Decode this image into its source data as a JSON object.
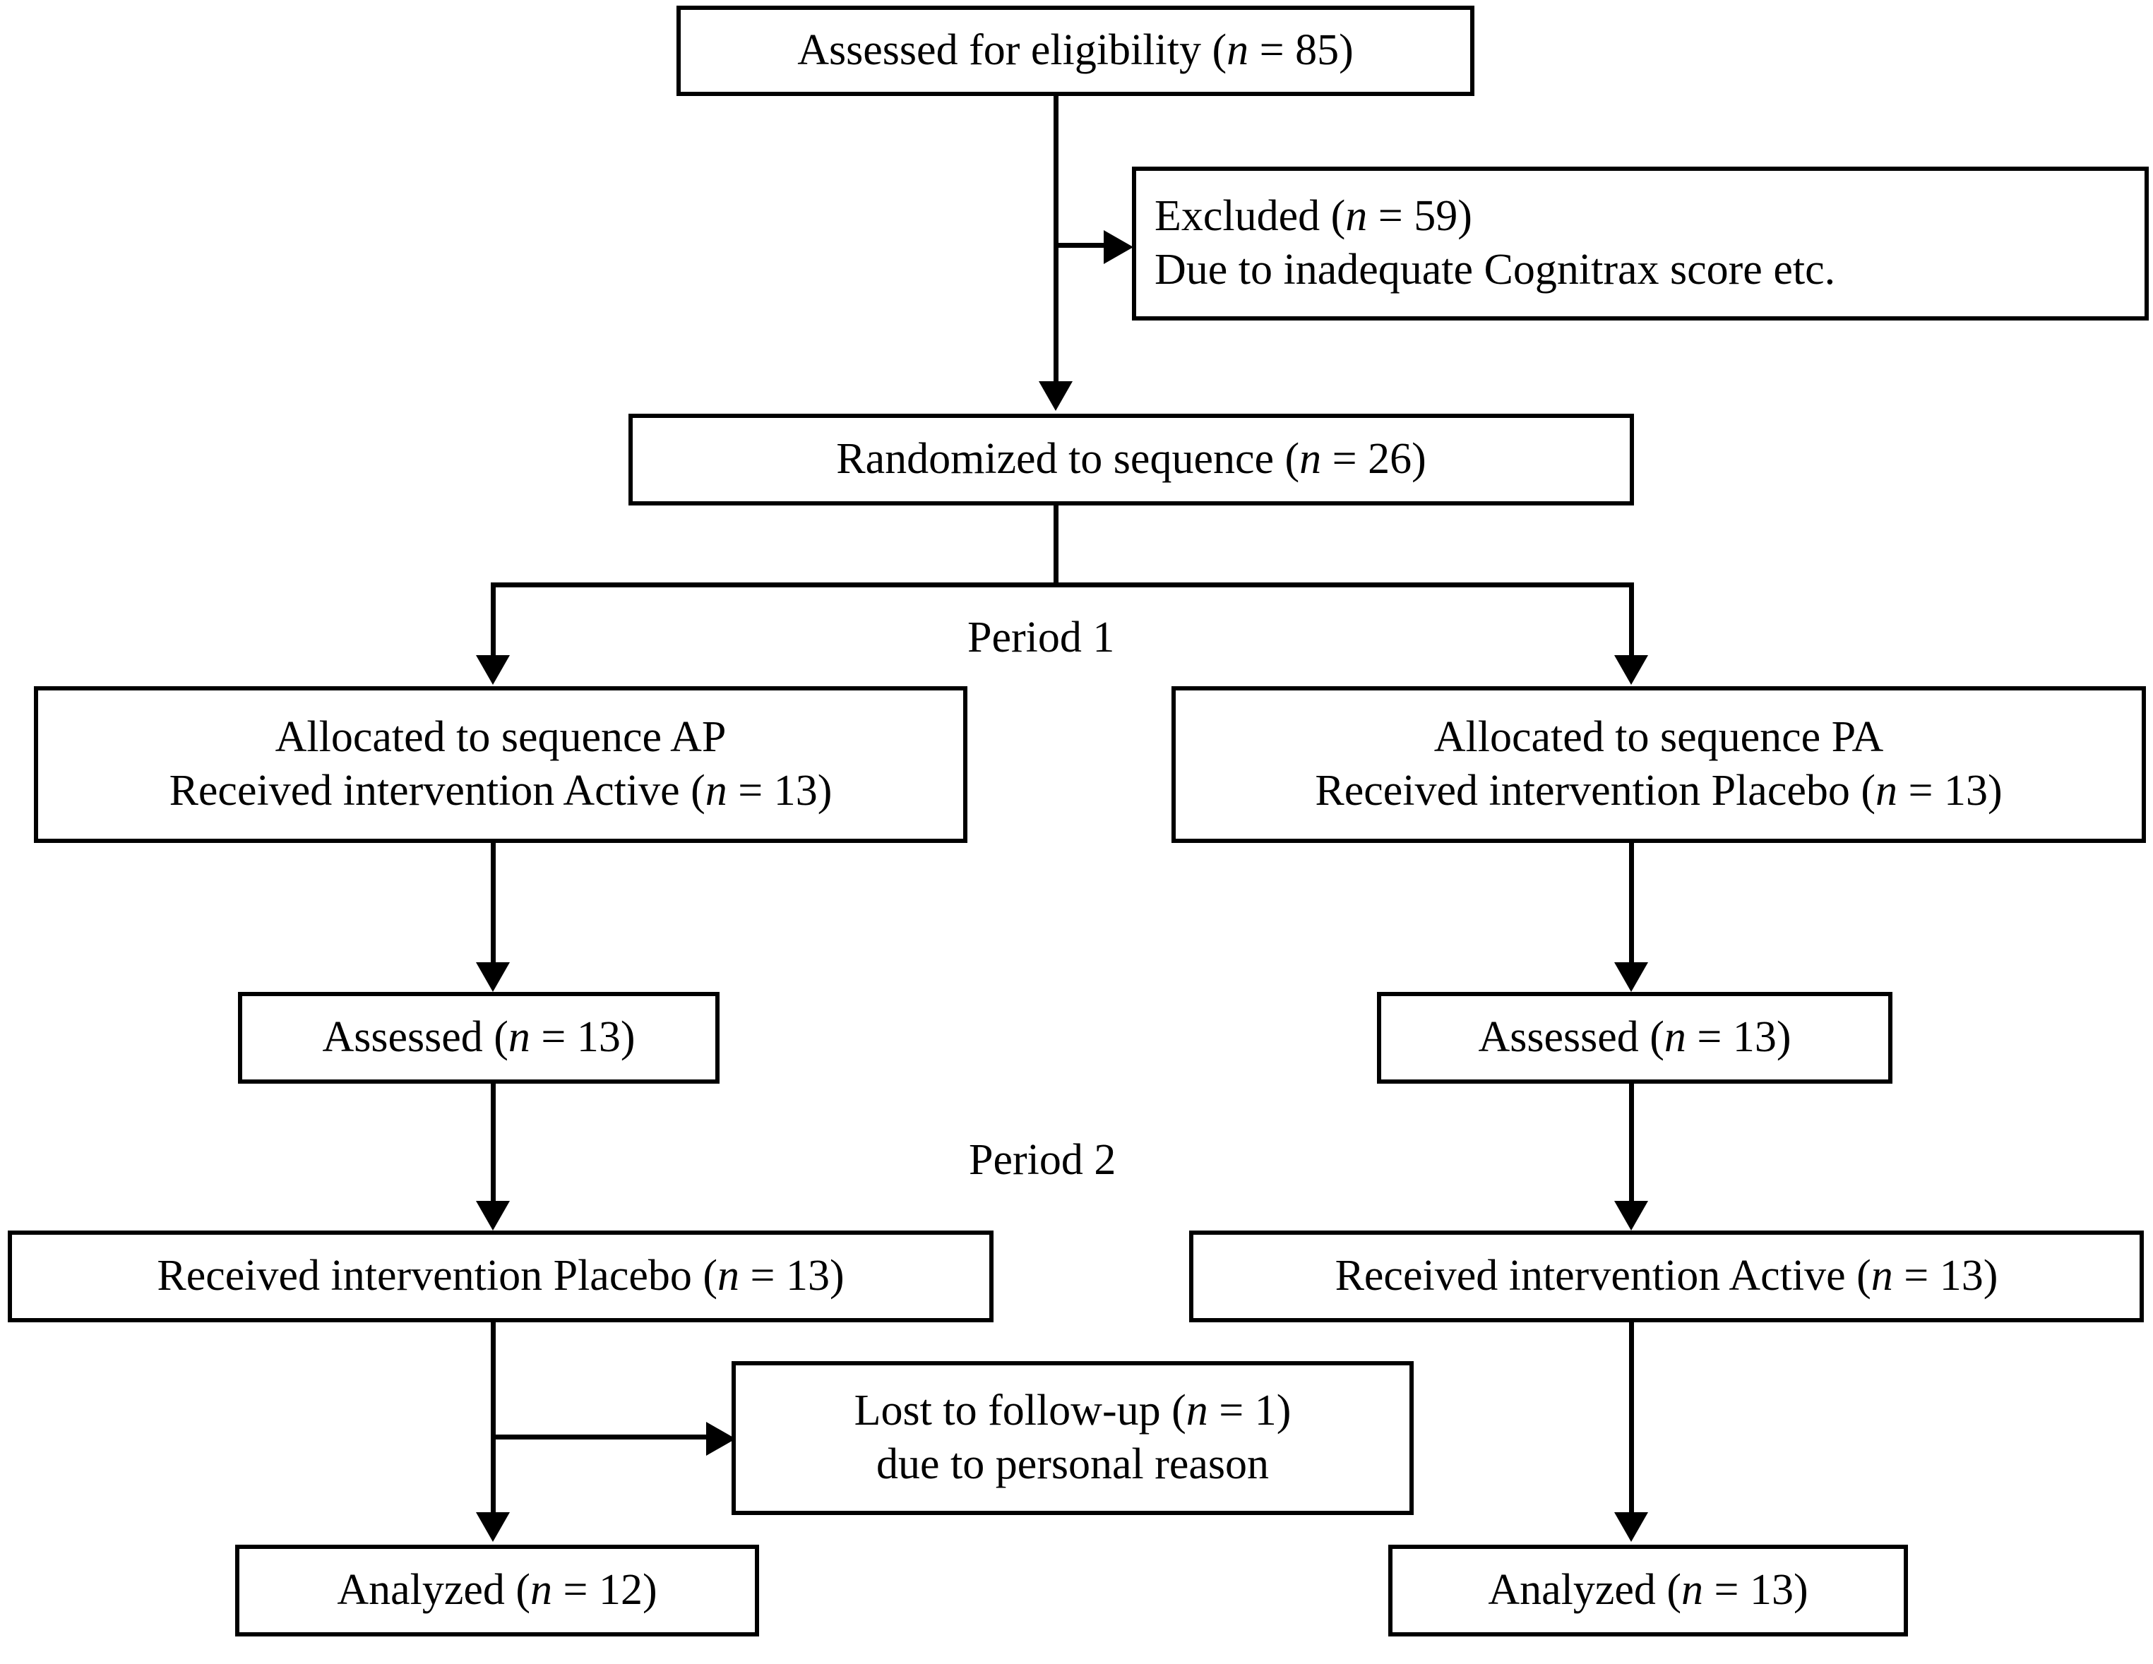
{
  "diagram": {
    "title": "CONSORT participant flow diagram",
    "type": "flowchart",
    "stroke_color": "#000000",
    "background_color": "#ffffff"
  },
  "boxes": {
    "eligibility": {
      "line1_pre": "Assessed for eligibility  (",
      "line1_n": "n",
      "line1_post": " = 85)"
    },
    "excluded": {
      "line1_pre": "Excluded (",
      "line1_n": "n",
      "line1_post": " = 59)",
      "line2": "Due to inadequate Cognitrax score etc."
    },
    "randomized": {
      "line1_pre": "Randomized to sequence (",
      "line1_n": "n",
      "line1_post": " = 26)"
    },
    "alloc_left": {
      "line1": "Allocated to sequence AP",
      "line2_pre": "Received intervention Active (",
      "line2_n": "n",
      "line2_post": " = 13)"
    },
    "alloc_right": {
      "line1": "Allocated to sequence PA",
      "line2_pre": "Received intervention Placebo (",
      "line2_n": "n",
      "line2_post": " = 13)"
    },
    "assessed_left": {
      "line1_pre": "Assessed (",
      "line1_n": "n",
      "line1_post": " = 13)"
    },
    "assessed_right": {
      "line1_pre": "Assessed (",
      "line1_n": "n",
      "line1_post": " = 13)"
    },
    "received_left": {
      "line1_pre": "Received intervention Placebo (",
      "line1_n": "n",
      "line1_post": " = 13)"
    },
    "received_right": {
      "line1_pre": "Received intervention Active (",
      "line1_n": "n",
      "line1_post": " = 13)"
    },
    "lost": {
      "line1_pre": "Lost to follow-up (",
      "line1_n": "n",
      "line1_post": " = 1)",
      "line2": "due to personal reason"
    },
    "analyzed_left": {
      "line1_pre": "Analyzed (",
      "line1_n": "n",
      "line1_post": " = 12)"
    },
    "analyzed_right": {
      "line1_pre": "Analyzed (",
      "line1_n": "n",
      "line1_post": " = 13)"
    }
  },
  "labels": {
    "period1": "Period 1",
    "period2": "Period 2"
  },
  "chart_data": {
    "type": "flowchart",
    "title": "CONSORT participant flow diagram",
    "nodes": [
      {
        "id": "eligibility",
        "text": "Assessed for eligibility (n = 85)",
        "n": 85
      },
      {
        "id": "excluded",
        "text": "Excluded (n = 59) Due to inadequate Cognitrax score etc.",
        "n": 59
      },
      {
        "id": "randomized",
        "text": "Randomized to sequence (n = 26)",
        "n": 26
      },
      {
        "id": "alloc_left",
        "text": "Allocated to sequence AP Received intervention Active (n = 13)",
        "n": 13
      },
      {
        "id": "alloc_right",
        "text": "Allocated to sequence PA Received intervention Placebo (n = 13)",
        "n": 13
      },
      {
        "id": "assessed_left",
        "text": "Assessed (n = 13)",
        "n": 13
      },
      {
        "id": "assessed_right",
        "text": "Assessed (n = 13)",
        "n": 13
      },
      {
        "id": "received_left",
        "text": "Received intervention Placebo (n = 13)",
        "n": 13
      },
      {
        "id": "received_right",
        "text": "Received intervention Active (n = 13)",
        "n": 13
      },
      {
        "id": "lost",
        "text": "Lost to follow-up (n = 1) due to personal reason",
        "n": 1
      },
      {
        "id": "analyzed_left",
        "text": "Analyzed (n = 12)",
        "n": 12
      },
      {
        "id": "analyzed_right",
        "text": "Analyzed (n = 13)",
        "n": 13
      }
    ],
    "edges": [
      {
        "from": "eligibility",
        "to": "excluded",
        "direction": "right"
      },
      {
        "from": "eligibility",
        "to": "randomized",
        "direction": "down"
      },
      {
        "from": "randomized",
        "to": "alloc_left",
        "direction": "down",
        "stage": "Period 1"
      },
      {
        "from": "randomized",
        "to": "alloc_right",
        "direction": "down",
        "stage": "Period 1"
      },
      {
        "from": "alloc_left",
        "to": "assessed_left",
        "direction": "down"
      },
      {
        "from": "alloc_right",
        "to": "assessed_right",
        "direction": "down"
      },
      {
        "from": "assessed_left",
        "to": "received_left",
        "direction": "down",
        "stage": "Period 2"
      },
      {
        "from": "assessed_right",
        "to": "received_right",
        "direction": "down",
        "stage": "Period 2"
      },
      {
        "from": "received_left",
        "to": "lost",
        "direction": "right"
      },
      {
        "from": "received_left",
        "to": "analyzed_left",
        "direction": "down"
      },
      {
        "from": "received_right",
        "to": "analyzed_right",
        "direction": "down"
      }
    ],
    "stages": [
      "Period 1",
      "Period 2"
    ]
  }
}
